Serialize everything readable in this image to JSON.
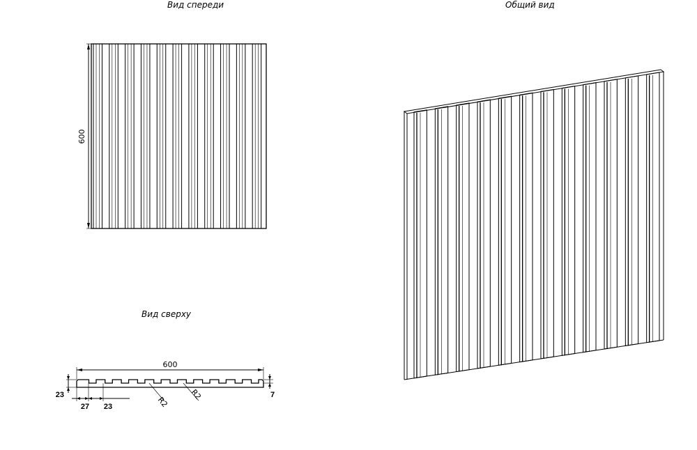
{
  "titles": {
    "front": "Вид спереди",
    "general": "Общий вид",
    "top": "Вид сверху"
  },
  "dimensions": {
    "front_height": "600",
    "top_width": "600",
    "panel_thickness": "23",
    "slat_width": "27",
    "groove_width": "23",
    "groove_depth": "7",
    "radius_1": "R2",
    "radius_2": "R2"
  }
}
